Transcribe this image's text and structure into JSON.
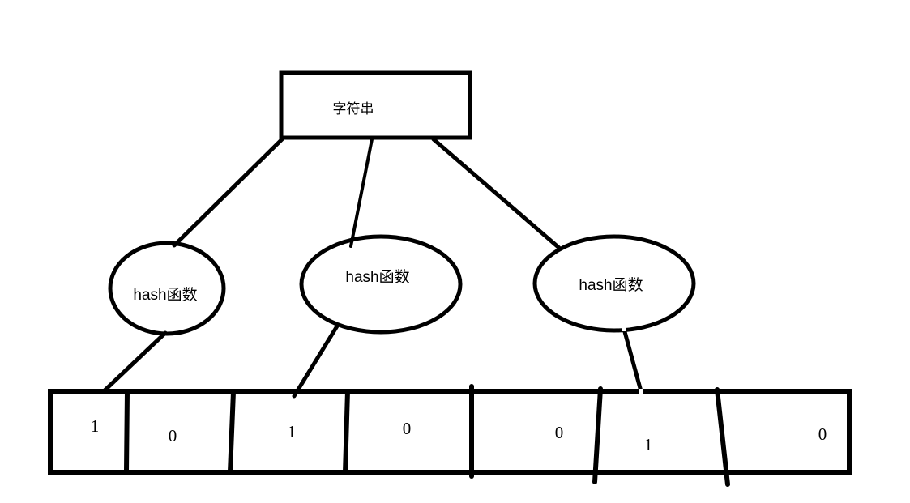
{
  "diagram": {
    "background_color": "#ffffff",
    "stroke_color": "#000000",
    "string_box": {
      "label": "字符串"
    },
    "hash_nodes": [
      {
        "label": "hash函数"
      },
      {
        "label": "hash函数"
      },
      {
        "label": "hash函数"
      }
    ],
    "bit_array": {
      "cells": [
        "1",
        "0",
        "1",
        "0",
        "0",
        "1",
        "0"
      ]
    }
  }
}
